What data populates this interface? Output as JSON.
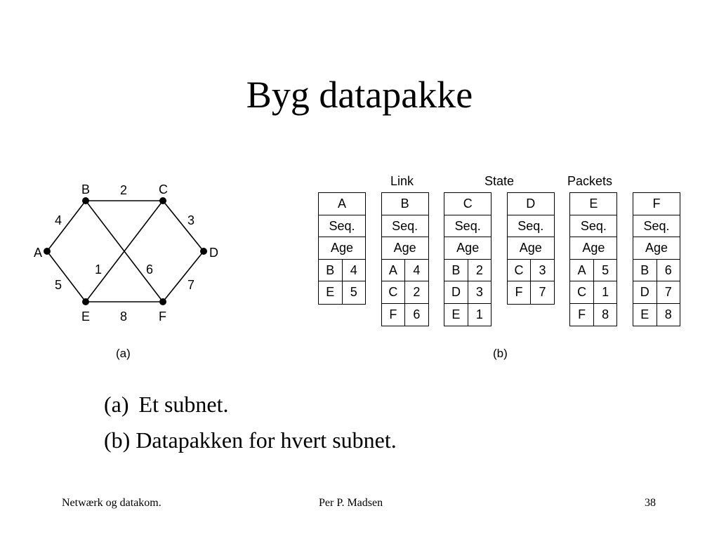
{
  "title": "Byg datapakke",
  "graph": {
    "nodes": [
      {
        "id": "A",
        "label": "A"
      },
      {
        "id": "B",
        "label": "B"
      },
      {
        "id": "C",
        "label": "C"
      },
      {
        "id": "D",
        "label": "D"
      },
      {
        "id": "E",
        "label": "E"
      },
      {
        "id": "F",
        "label": "F"
      }
    ],
    "edges": [
      {
        "from": "B",
        "to": "C",
        "weight": "2"
      },
      {
        "from": "A",
        "to": "B",
        "weight": "4"
      },
      {
        "from": "C",
        "to": "D",
        "weight": "3"
      },
      {
        "from": "A",
        "to": "E",
        "weight": "5"
      },
      {
        "from": "D",
        "to": "F",
        "weight": "7"
      },
      {
        "from": "E",
        "to": "F",
        "weight": "8"
      },
      {
        "from": "C",
        "to": "E",
        "weight": "1"
      },
      {
        "from": "B",
        "to": "F",
        "weight": "6"
      }
    ]
  },
  "packet_header": {
    "word1": "Link",
    "word2": "State",
    "word3": "Packets"
  },
  "packets": [
    {
      "name": "A",
      "seq": "Seq.",
      "age": "Age",
      "entries": [
        [
          "B",
          "4"
        ],
        [
          "E",
          "5"
        ]
      ]
    },
    {
      "name": "B",
      "seq": "Seq.",
      "age": "Age",
      "entries": [
        [
          "A",
          "4"
        ],
        [
          "C",
          "2"
        ],
        [
          "F",
          "6"
        ]
      ]
    },
    {
      "name": "C",
      "seq": "Seq.",
      "age": "Age",
      "entries": [
        [
          "B",
          "2"
        ],
        [
          "D",
          "3"
        ],
        [
          "E",
          "1"
        ]
      ]
    },
    {
      "name": "D",
      "seq": "Seq.",
      "age": "Age",
      "entries": [
        [
          "C",
          "3"
        ],
        [
          "F",
          "7"
        ]
      ]
    },
    {
      "name": "E",
      "seq": "Seq.",
      "age": "Age",
      "entries": [
        [
          "A",
          "5"
        ],
        [
          "C",
          "1"
        ],
        [
          "F",
          "8"
        ]
      ]
    },
    {
      "name": "F",
      "seq": "Seq.",
      "age": "Age",
      "entries": [
        [
          "B",
          "6"
        ],
        [
          "D",
          "7"
        ],
        [
          "E",
          "8"
        ]
      ]
    }
  ],
  "sublabels": {
    "a": "(a)",
    "b": "(b)"
  },
  "captions": {
    "line1_marker": "(a)",
    "line1_text": "Et subnet.",
    "line2": "(b) Datapakken for hvert subnet."
  },
  "footer": {
    "left": "Netwærk og datakom.",
    "center": "Per P. Madsen",
    "right": "38"
  }
}
